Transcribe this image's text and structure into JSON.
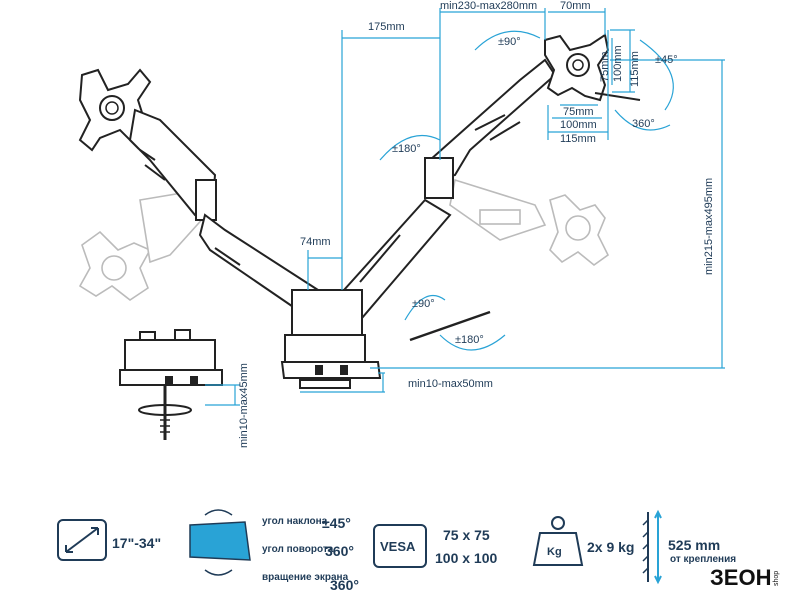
{
  "dimensions": {
    "reach_min_max": "min230-max280mm",
    "offset_70": "70mm",
    "offset_175": "175mm",
    "gap_74": "74mm",
    "height_range": "min215-max495mm",
    "clamp_thickness": "min10-max45mm",
    "desk_thickness": "min10-max50mm",
    "vesa_75_label": "75mm",
    "vesa_100_label": "100mm",
    "vesa_115_label": "115mm",
    "vesa_75_w": "75mm",
    "vesa_100_w": "100mm",
    "vesa_115_w": "115mm"
  },
  "angles": {
    "rotate_90_top": "±90°",
    "tilt_45": "±45°",
    "rotate_360": "360°",
    "rotate_180_upper": "±180°",
    "rotate_90_lower": "±90°",
    "rotate_180_lower": "±180°"
  },
  "specs": {
    "screen_size": "17\"-34\"",
    "tilt_label": "угол наклона",
    "tilt_value": "±45°",
    "swivel_label": "угол поворота",
    "swivel_value": "360°",
    "rotation_label": "вращение экрана",
    "rotation_value": "360°",
    "vesa_badge": "VESA",
    "vesa_sizes_1": "75 x 75",
    "vesa_sizes_2": "100 x 100",
    "weight_badge": "Kg",
    "weight_value": "2x 9 kg",
    "extension_value": "525 mm",
    "extension_note": "от крепления"
  },
  "brand": {
    "logo_text": "ЗЕОН",
    "logo_suffix": "shop"
  },
  "colors": {
    "accent": "#29a3d6",
    "text": "#1f3b57",
    "line": "#222222"
  }
}
